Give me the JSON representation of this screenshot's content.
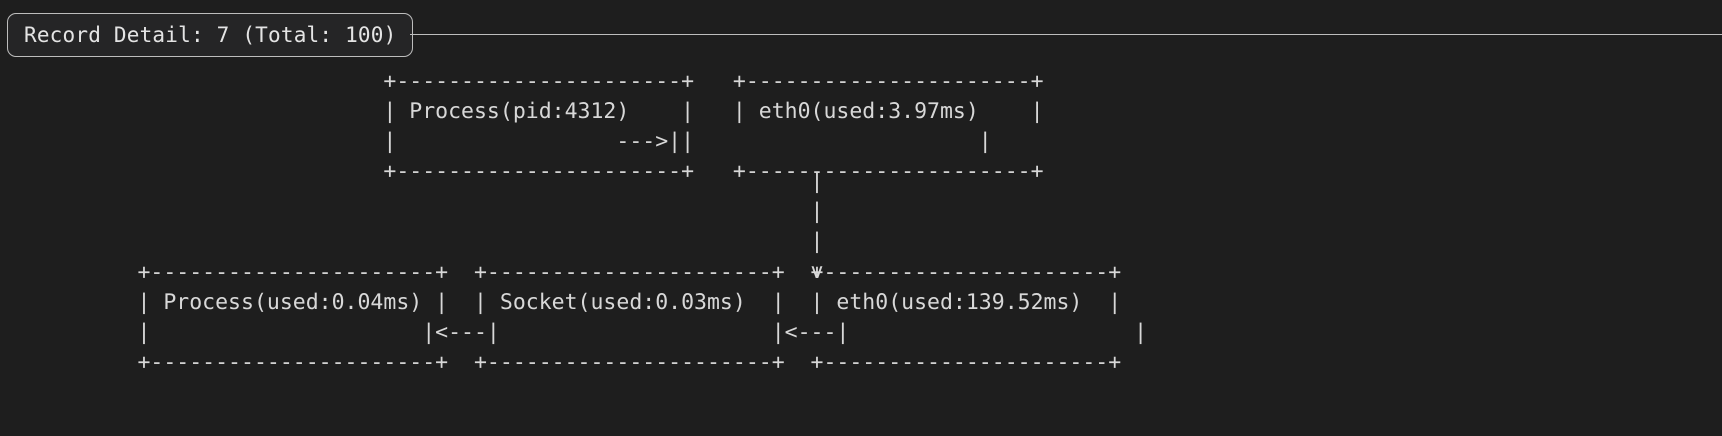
{
  "theme": {
    "background": "#1e1e1e",
    "foreground": "#d4d4d4",
    "border": "#bdbdbd",
    "header_fill": "#252526"
  },
  "header": {
    "title": "Record Detail: 7 (Total: 100)",
    "record_index": 7,
    "record_total": 100
  },
  "diagram": {
    "type": "ascii-flow",
    "nodes": [
      {
        "id": "process-pid",
        "label": "Process(pid:4312)",
        "row": "top",
        "column": 1,
        "kind": "process",
        "metric_label": "pid",
        "metric_value": "4312"
      },
      {
        "id": "eth0-top",
        "label": "eth0(used:3.97ms)",
        "row": "top",
        "column": 2,
        "kind": "interface",
        "metric_label": "used",
        "metric_value": "3.97ms"
      },
      {
        "id": "process-used",
        "label": "Process(used:0.04ms)",
        "row": "bottom",
        "column": 1,
        "kind": "process",
        "metric_label": "used",
        "metric_value": "0.04ms"
      },
      {
        "id": "socket-used",
        "label": "Socket(used:0.03ms)",
        "row": "bottom",
        "column": 2,
        "kind": "socket",
        "metric_label": "used",
        "metric_value": "0.03ms"
      },
      {
        "id": "eth0-bottom",
        "label": "eth0(used:139.52ms)",
        "row": "bottom",
        "column": 3,
        "kind": "interface",
        "metric_label": "used",
        "metric_value": "139.52ms"
      }
    ],
    "edges": [
      {
        "from": "process-pid",
        "to": "eth0-top",
        "glyph": "--->",
        "direction": "right"
      },
      {
        "from": "eth0-top",
        "to": "eth0-bottom",
        "glyph": "v",
        "direction": "down"
      },
      {
        "from": "eth0-bottom",
        "to": "socket-used",
        "glyph": "<---",
        "direction": "left"
      },
      {
        "from": "socket-used",
        "to": "process-used",
        "glyph": "<---",
        "direction": "left"
      }
    ],
    "ascii": {
      "top_block": "                             +----------------------+   +----------------------+\n                             | Process(pid:4312)    |   | eth0(used:3.97ms)    |\n                             |                 --->||                      |\n                             +----------------------+   +----------------------+",
      "middle_block": "                                                              |\n                                                              |\n                                                              |\n                                                              v",
      "bottom_block": "          +----------------------+  +----------------------+  +----------------------+\n          | Process(used:0.04ms) |  | Socket(used:0.03ms)  |  | eth0(used:139.52ms)  |\n          |                     |<---|                     |<---|                      |\n          +----------------------+  +----------------------+  +----------------------+"
    }
  }
}
